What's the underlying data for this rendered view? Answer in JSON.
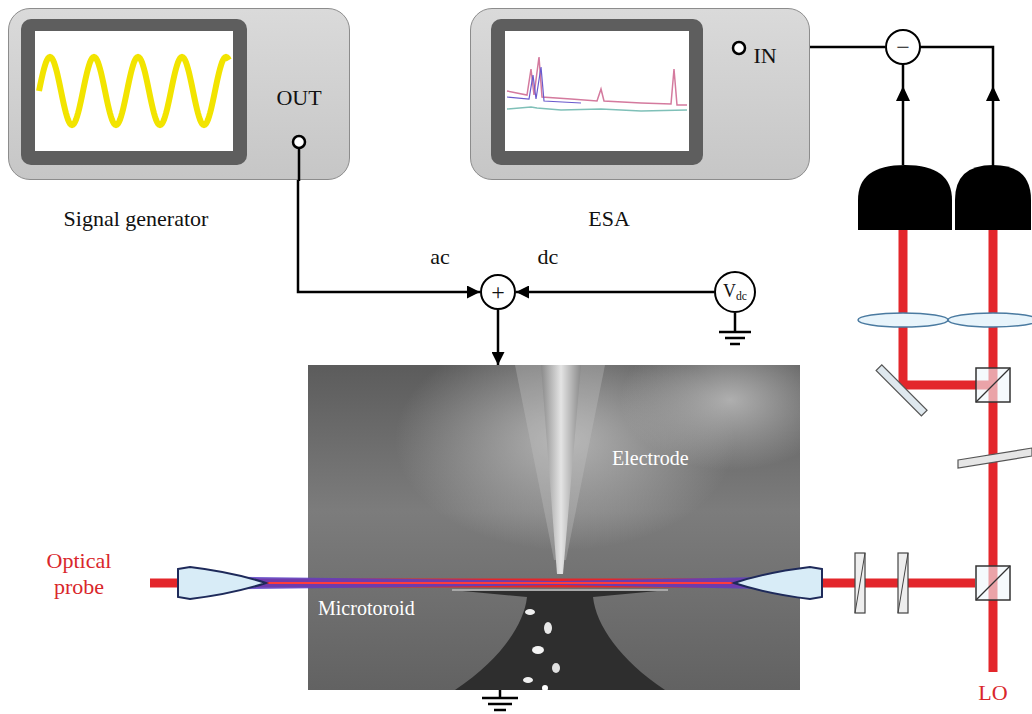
{
  "diagram": {
    "nodes": [
      {
        "text": [
          "Signal generator",
          "OUT"
        ]
      },
      {
        "text": [
          "ESA",
          "IN"
        ]
      },
      {
        "text": [
          "−"
        ]
      },
      {
        "text": [
          "+"
        ]
      },
      {
        "text": [
          "Vdc"
        ]
      },
      {
        "text": [
          "Electrode",
          "Microtoroid"
        ]
      }
    ],
    "edges": [
      {
        "from": 0,
        "to": 3,
        "arrow": "to"
      },
      {
        "from": 4,
        "to": 3,
        "arrow": "to"
      },
      {
        "from": 3,
        "to": 5,
        "arrow": "to"
      },
      {
        "from": 2,
        "to": 1,
        "arrow": "none"
      }
    ],
    "labels": [
      "ac",
      "dc",
      "Optical probe",
      "LO"
    ]
  }
}
